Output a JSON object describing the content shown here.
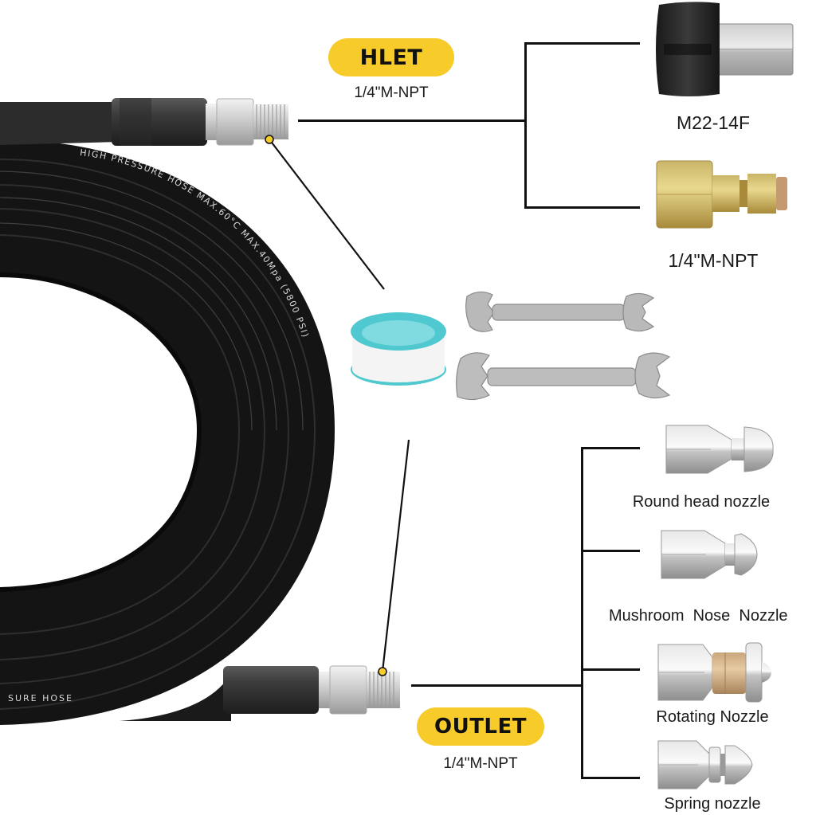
{
  "colors": {
    "accent_yellow": "#F6CB2A",
    "line": "#111111",
    "hose": "#151515",
    "tape_teal": "#4FC9CF",
    "brass": "#D2B24A",
    "steel": "#C8C8C8"
  },
  "inlet": {
    "badge": "HLET",
    "spec": "1/4\"M-NPT",
    "adapters": [
      {
        "label": "M22-14F",
        "icon": "m22-coupler-icon"
      },
      {
        "label": "1/4\"M-NPT",
        "icon": "brass-quick-connect-icon"
      }
    ]
  },
  "outlet": {
    "badge": "OUTLET",
    "spec": "1/4\"M-NPT",
    "nozzles": [
      {
        "label": "Round head nozzle",
        "icon": "round-head-nozzle-icon"
      },
      {
        "label": "Mushroom  Nose  Nozzle",
        "icon": "mushroom-nose-nozzle-icon"
      },
      {
        "label": "Rotating Nozzle",
        "icon": "rotating-nozzle-icon"
      },
      {
        "label": "Spring nozzle",
        "icon": "spring-nozzle-icon"
      }
    ]
  },
  "accessories": [
    {
      "name": "teflon-tape",
      "icon": "thread-seal-tape-icon"
    },
    {
      "name": "wrench-small",
      "icon": "wrench-icon"
    },
    {
      "name": "wrench-large",
      "icon": "wrench-icon"
    }
  ],
  "hose": {
    "print_1": "HIGH PRESSURE HOSE",
    "print_2": "MAX.60°C",
    "print_3": "MAX.40Mpa (5800 PSI)",
    "print_4": "SURE HOSE"
  }
}
